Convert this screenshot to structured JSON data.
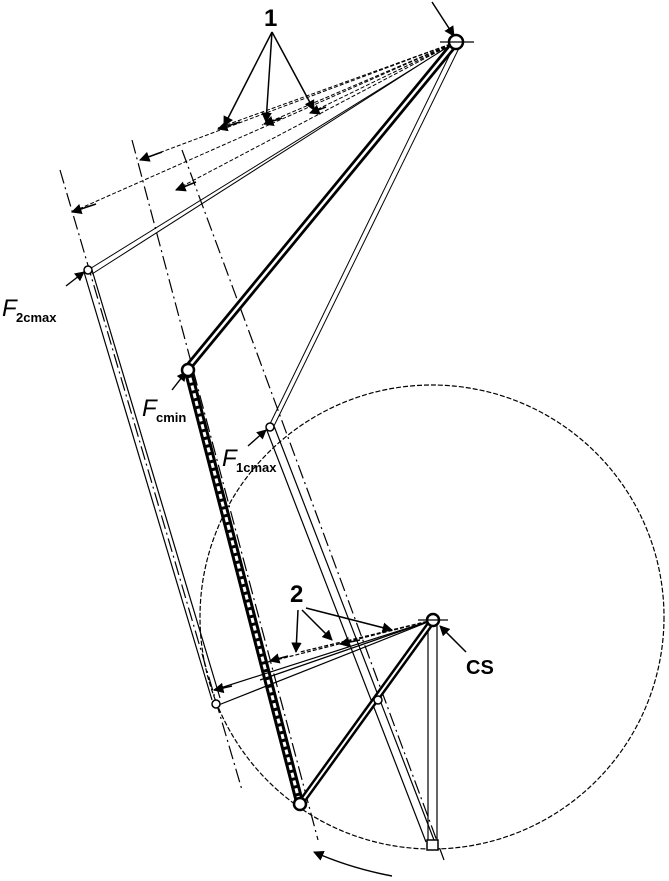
{
  "diagram": {
    "labels": {
      "marker_1": "1",
      "marker_2": "2",
      "f2cmax_main": "F",
      "f2cmax_sub": "2cmax",
      "fcmin_main": "F",
      "fcmin_sub": "cmin",
      "f1cmax_main": "F",
      "f1cmax_sub": "1cmax",
      "cs": "CS"
    },
    "colors": {
      "ink": "#000000",
      "background": "#ffffff"
    }
  }
}
